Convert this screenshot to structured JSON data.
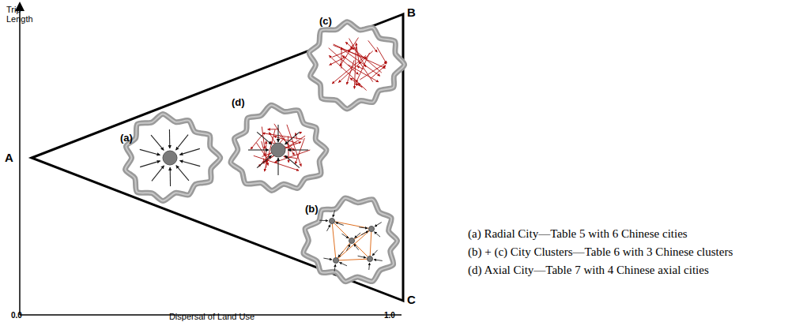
{
  "diagram": {
    "labels": [
      "Trip Length",
      "A",
      "B",
      "C",
      "0.0",
      "1.0",
      "Dispersal of Land Use",
      "(a)",
      "(b)",
      "(c)",
      "(d)",
      "(a) Radial City—Table 5 with 6 Chinese cities",
      "(b) + (c) City Clusters—Table 6 with 3 Chinese clusters",
      "(d) Axial City—Table 7 with 4 Chinese axial cities"
    ]
  }
}
